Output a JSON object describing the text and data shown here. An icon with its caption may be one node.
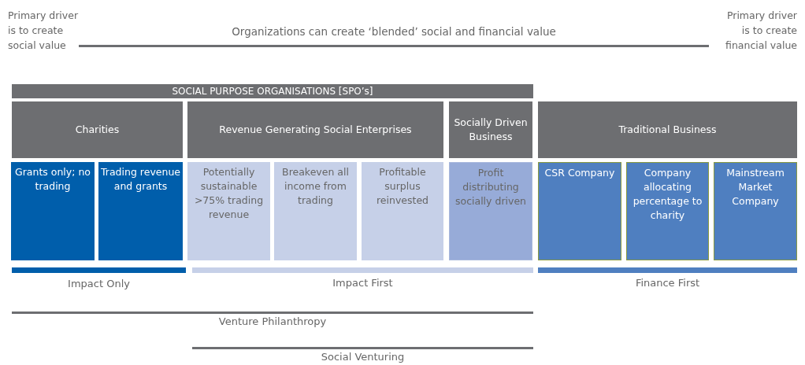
{
  "diagram": {
    "nodes": [
      {
        "text": [
          "Organizations can create ‘blended’ social and financial value"
        ]
      },
      {
        "text": [
          "SOCIAL PURPOSE ORGANISATIONS [SPO’s]"
        ]
      },
      {
        "text": [
          "Charities"
        ]
      },
      {
        "text": [
          "Revenue Generating Social Enterprises"
        ]
      },
      {
        "text": [
          "Socially Driven Business"
        ]
      },
      {
        "text": [
          "Traditional Business"
        ]
      },
      {
        "text": [
          "Grants only; no trading"
        ]
      },
      {
        "text": [
          "Trading revenue and grants"
        ]
      },
      {
        "text": [
          "Potentially sustainable >75% trading revenue"
        ]
      },
      {
        "text": [
          "Breakeven all income from trading"
        ]
      },
      {
        "text": [
          "Profitable surplus reinvested"
        ]
      },
      {
        "text": [
          "Profit distributing socially driven"
        ]
      },
      {
        "text": [
          "CSR Company"
        ]
      },
      {
        "text": [
          "Company allocating percentage to charity"
        ]
      },
      {
        "text": [
          "Mainstream Market Company"
        ]
      },
      {
        "text": [
          "Impact Only"
        ]
      },
      {
        "text": [
          "Impact First"
        ]
      },
      {
        "text": [
          "Finance First"
        ]
      },
      {
        "text": [
          "Venture Philanthropy"
        ]
      },
      {
        "text": [
          "Social Venturing"
        ]
      }
    ],
    "edges": [],
    "labels": [
      "Primary driver is to create social value",
      "Primary driver is to create financial value"
    ]
  }
}
